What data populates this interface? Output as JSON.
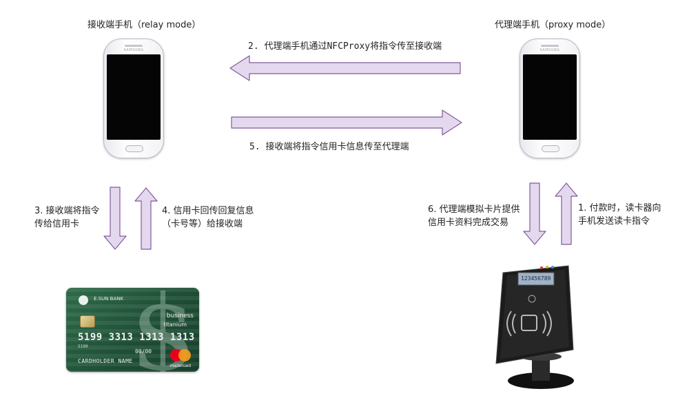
{
  "relay_phone": {
    "title": "接收端手机（relay mode）",
    "brand": "SAMSUNG"
  },
  "proxy_phone": {
    "title": "代理端手机（proxy mode）",
    "brand": "SAMSUNG"
  },
  "steps": {
    "step1": [
      "1. 付款时，读卡器向",
      "手机发送读卡指令"
    ],
    "step2": "2. 代理端手机通过NFCProxy将指令传至接收端",
    "step3": [
      "3. 接收端将指令",
      "传给信用卡"
    ],
    "step4": [
      "4. 信用卡回传回复信息",
      "（卡号等）给接收端"
    ],
    "step5": "5. 接收端将指令信用卡信息传至代理端",
    "step6": [
      "6. 代理端模拟卡片提供",
      "信用卡资料完成交易"
    ]
  },
  "card": {
    "bank": "E.SUN BANK",
    "tier_line1": "business",
    "tier_line2": "titanium",
    "number": "5199 3313 1313 1313",
    "small_number": "5199",
    "expiry": "00/00",
    "holder": "CARDHOLDER NAME",
    "network": "mastercard"
  },
  "reader": {
    "display": "123456789"
  },
  "colors": {
    "arrow_fill": "#e4d8ef",
    "arrow_stroke": "#7e5a9b",
    "card_green": "#2f6b4a"
  }
}
